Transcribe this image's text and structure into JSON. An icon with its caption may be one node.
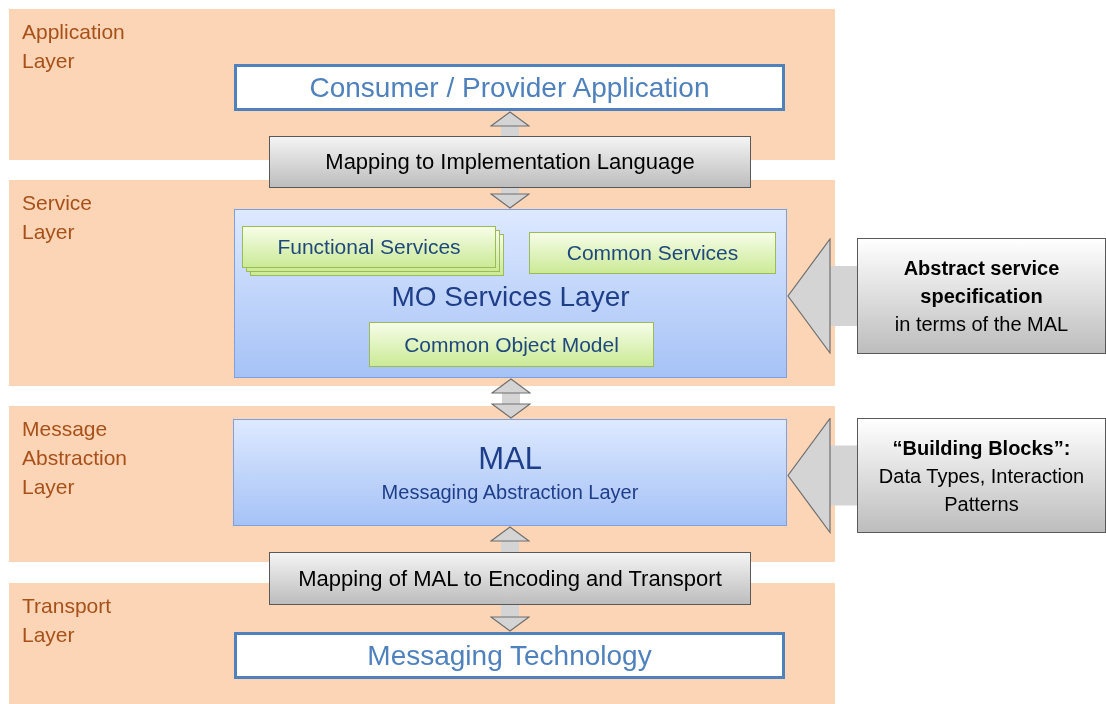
{
  "diagram": {
    "nodes": [
      {
        "text": [
          "Application Layer"
        ]
      },
      {
        "text": [
          "Consumer / Provider Application"
        ],
        "in": 0
      },
      {
        "text": [
          "Mapping to Implementation Language"
        ]
      },
      {
        "text": [
          "Service Layer"
        ]
      },
      {
        "text": [
          "MO Services Layer"
        ],
        "in": 3
      },
      {
        "text": [
          "Functional Services"
        ],
        "in": 4
      },
      {
        "text": [
          "Common Services"
        ],
        "in": 4
      },
      {
        "text": [
          "Common Object Model"
        ],
        "in": 4
      },
      {
        "text": [
          "Abstract service specification",
          "in terms of the MAL"
        ]
      },
      {
        "text": [
          "Message Abstraction Layer"
        ]
      },
      {
        "text": [
          "MAL",
          "Messaging Abstraction Layer"
        ],
        "in": 9
      },
      {
        "text": [
          "“Building Blocks”:",
          "Data Types, Interaction Patterns"
        ]
      },
      {
        "text": [
          "Mapping of MAL to Encoding and Transport"
        ]
      },
      {
        "text": [
          "Transport Layer"
        ]
      },
      {
        "text": [
          "Messaging Technology"
        ],
        "in": 13
      }
    ],
    "edges": [
      {
        "from": 2,
        "to": 1,
        "arrow": "to"
      },
      {
        "from": 2,
        "to": 4,
        "arrow": "to"
      },
      {
        "from": 4,
        "to": 10,
        "arrow": "both"
      },
      {
        "from": 8,
        "to": 4,
        "arrow": "to"
      },
      {
        "from": 12,
        "to": 10,
        "arrow": "to"
      },
      {
        "from": 12,
        "to": 14,
        "arrow": "to"
      },
      {
        "from": 11,
        "to": 10,
        "arrow": "to"
      }
    ]
  }
}
